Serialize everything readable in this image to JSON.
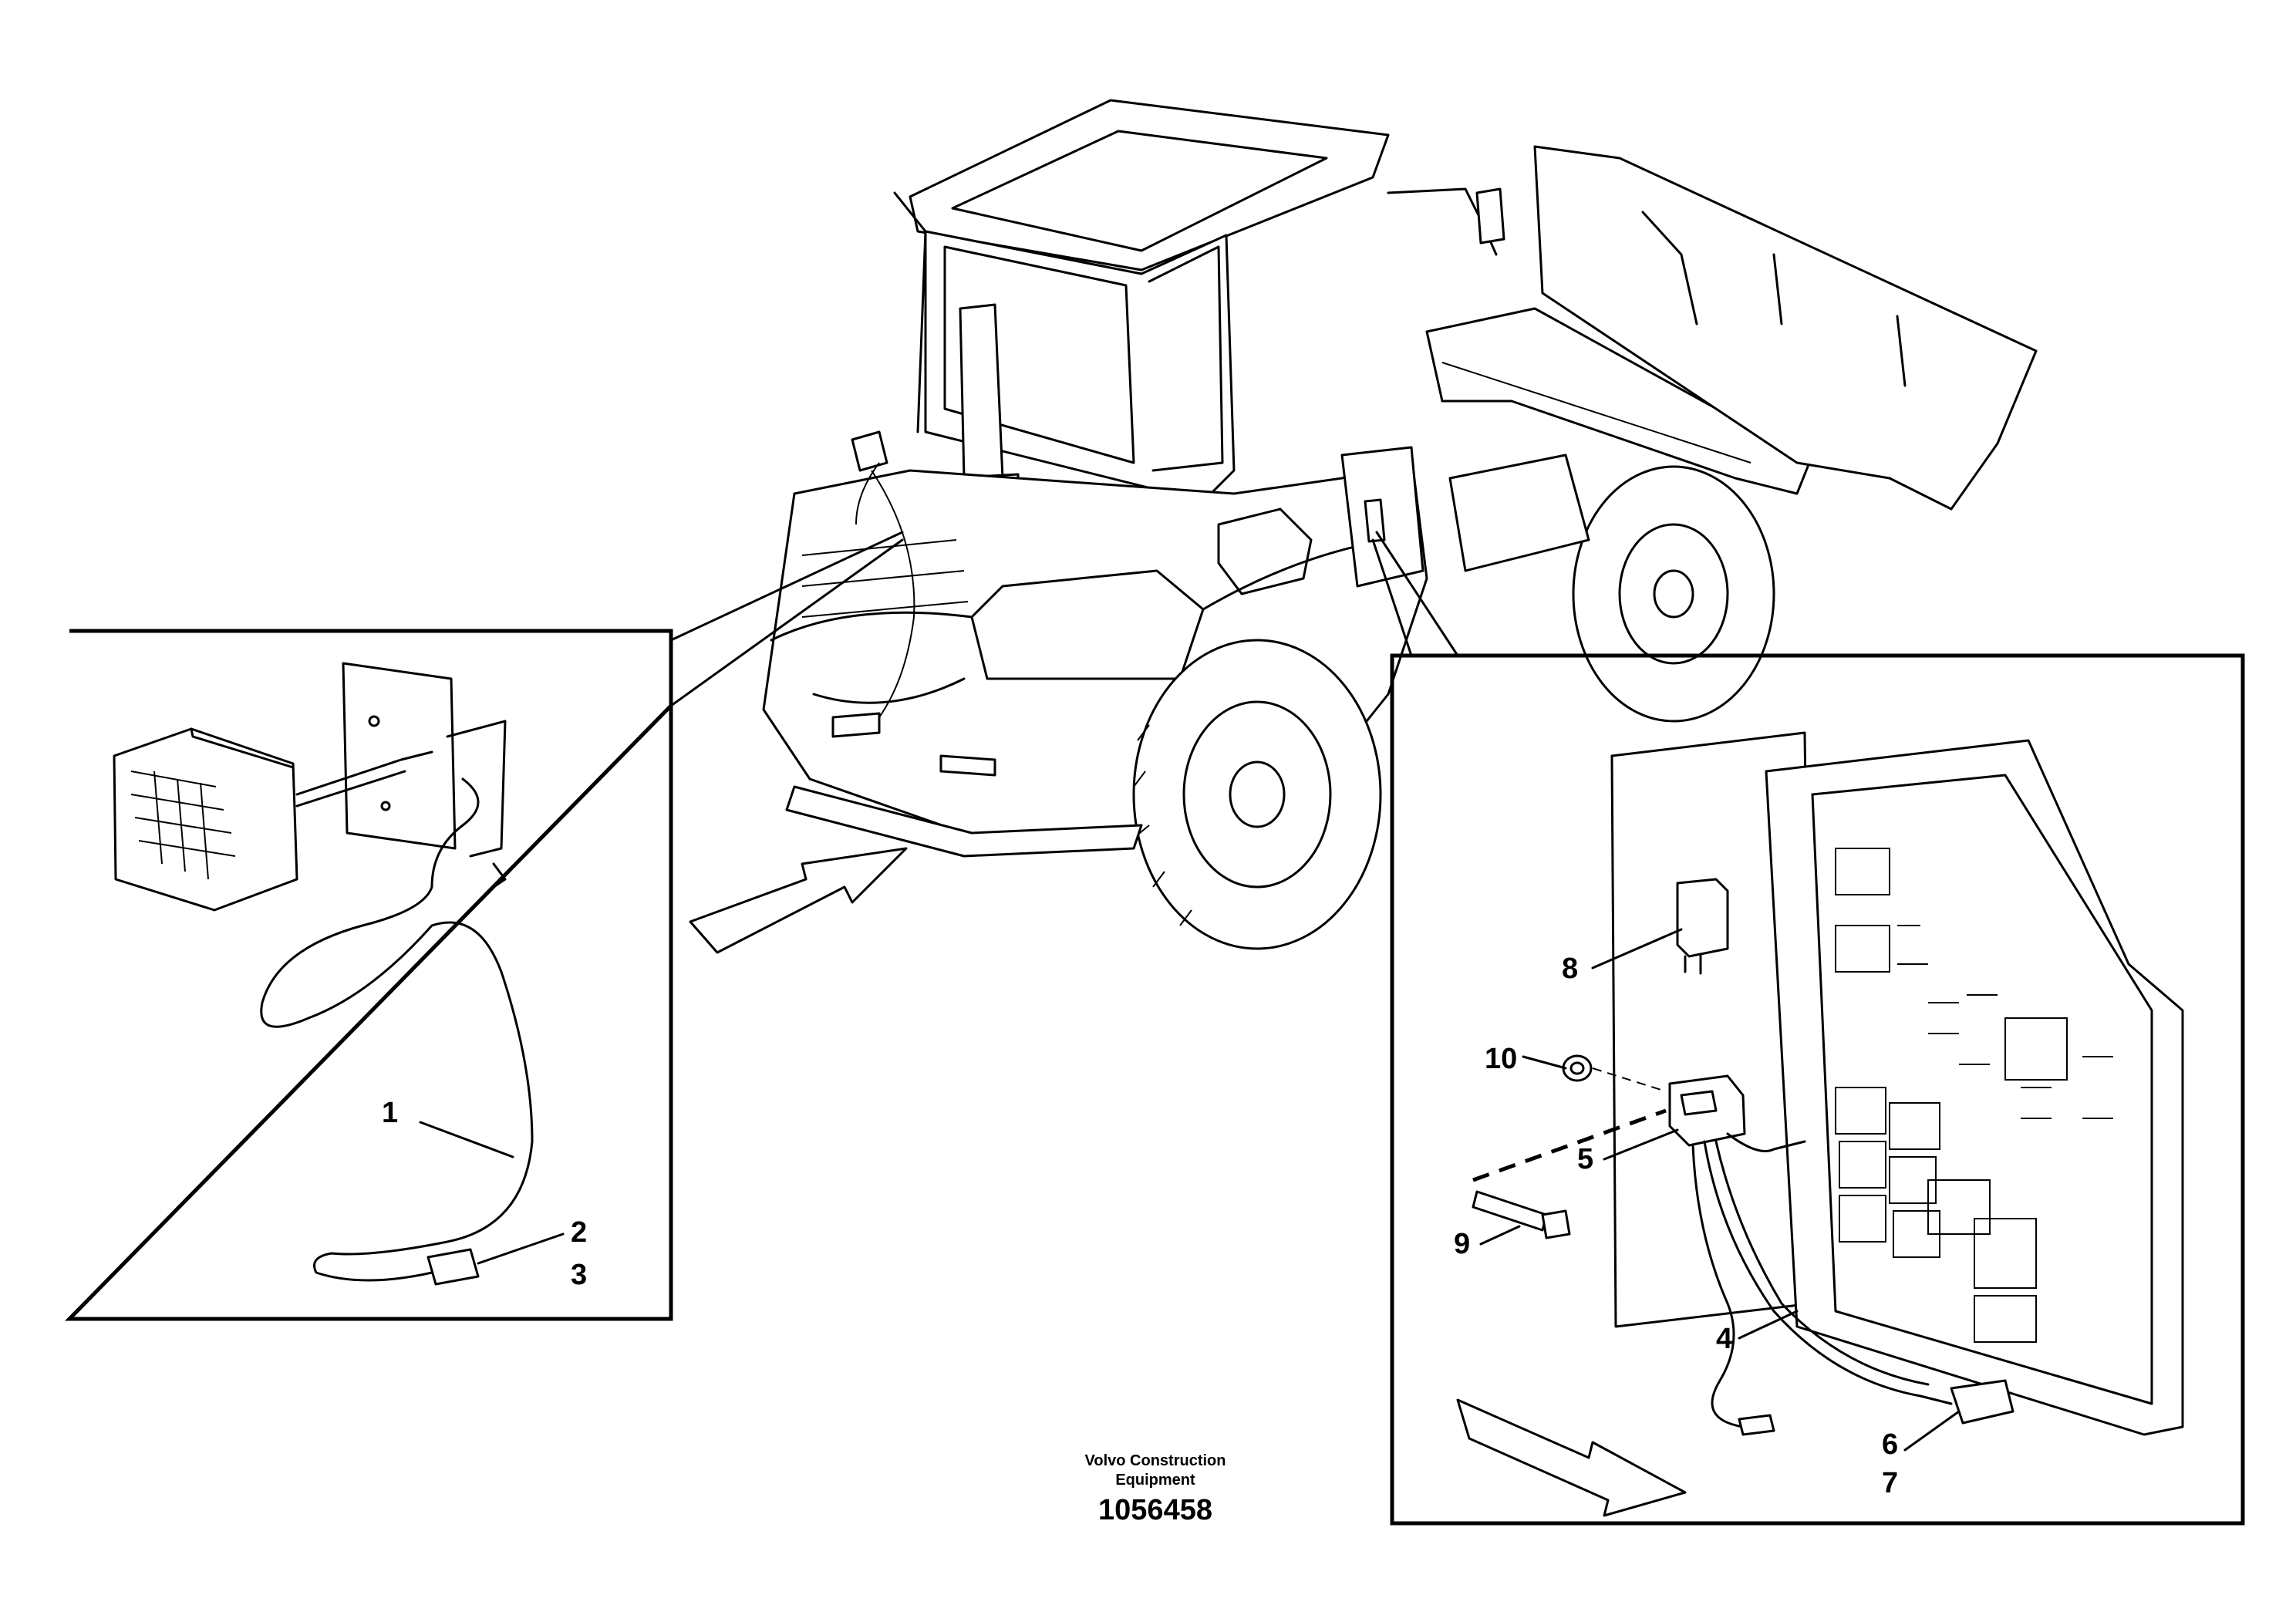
{
  "detail_left": {
    "callouts": [
      "1",
      "2",
      "3"
    ]
  },
  "detail_right": {
    "callouts": [
      "4",
      "5",
      "6",
      "7",
      "8",
      "9",
      "10"
    ]
  },
  "footer": {
    "company_line1": "Volvo Construction",
    "company_line2": "Equipment",
    "drawing_number": "1056458"
  }
}
